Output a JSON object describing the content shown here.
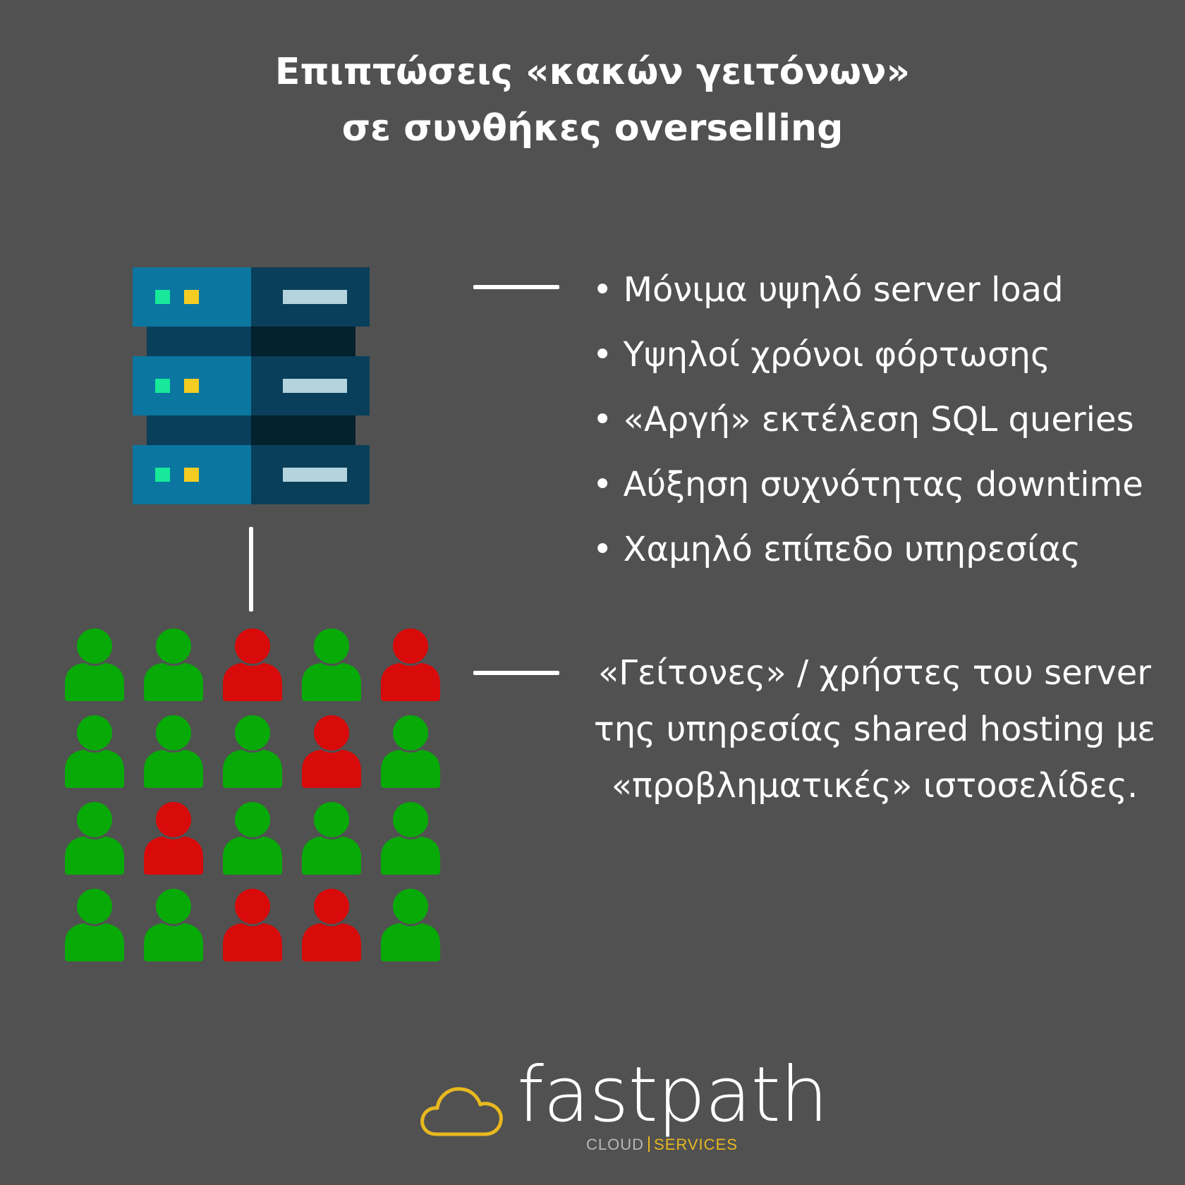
{
  "title": {
    "line1": "Επιπτώσεις «κακών γειτόνων»",
    "line2": "σε συνθήκες overselling"
  },
  "server_icon": {
    "name": "server-rack-icon",
    "units": 3,
    "colors": {
      "front": "#0b76a0",
      "front_dark": "#093f5a",
      "gap_left": "#093f5a",
      "gap_right": "#04212e",
      "led_green": "#17e89a",
      "led_yellow": "#f5cd22",
      "slot": "#b4d3dd"
    }
  },
  "impacts": [
    "Μόνιμα υψηλό server load",
    "Υψηλοί χρόνοι φόρτωσης",
    "«Αργή» εκτέλεση SQL queries",
    "Αύξηση συχνότητας downtime",
    "Χαμηλό επίπεδο υπηρεσίας"
  ],
  "neighbors_text": {
    "line1": "«Γείτονες» / χρήστες του server",
    "line2": "της υπηρεσίας shared hosting με",
    "line3": "«προβληματικές»  ιστοσελίδες."
  },
  "users_grid": {
    "icon": "user-icon",
    "colors": {
      "ok": "#08aa08",
      "bad": "#d80a0a"
    },
    "rows": [
      [
        "ok",
        "ok",
        "bad",
        "ok",
        "bad"
      ],
      [
        "ok",
        "ok",
        "ok",
        "bad",
        "ok"
      ],
      [
        "ok",
        "bad",
        "ok",
        "ok",
        "ok"
      ],
      [
        "ok",
        "ok",
        "bad",
        "bad",
        "ok"
      ]
    ]
  },
  "logo": {
    "icon": "cloud-icon",
    "word": "fastpath",
    "sub_left": "CLOUD",
    "sub_right": "SERVICES",
    "accent": "#e7b820"
  }
}
